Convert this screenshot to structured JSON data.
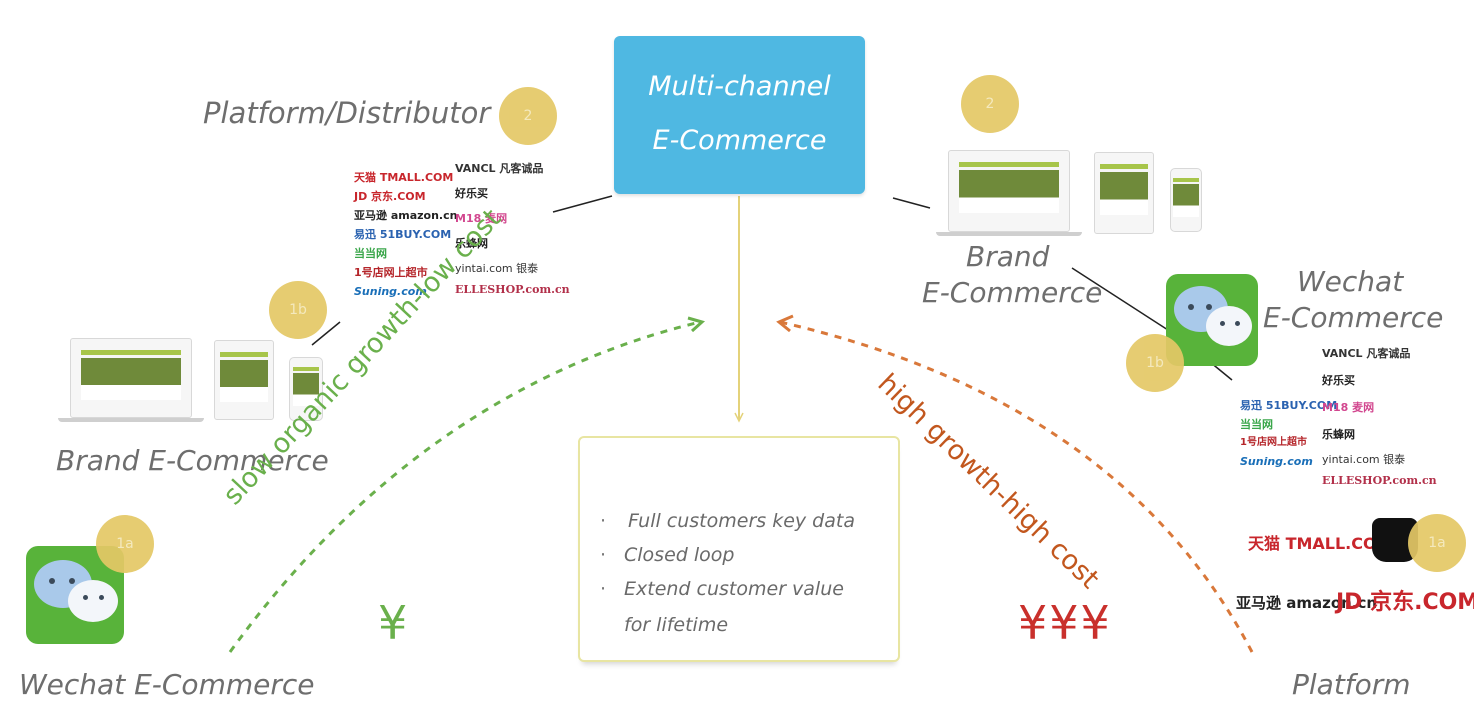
{
  "hub": {
    "line1": "Multi-channel",
    "line2": "E-Commerce",
    "color": "#4fb8e2"
  },
  "left": {
    "platform_distributor": {
      "label": "Platform/Distributor",
      "badge": "2"
    },
    "brand_ecommerce": {
      "label": "Brand E-Commerce",
      "badge": "1b"
    },
    "wechat_ecommerce": {
      "label": "Wechat E-Commerce",
      "badge": "1a"
    },
    "logos_col1": [
      "天猫 TMALL.COM",
      "JD 京东.COM",
      "亚马逊 amazon.cn",
      "易迅 51BUY.COM",
      "当当网",
      "1号店网上超市",
      "Suning.com"
    ],
    "logos_col2": [
      "VANCL 凡客诚品",
      "好乐买",
      "M18 麦网",
      "乐蜂网",
      "yintai.com 银泰",
      "ELLESHOP.com.cn"
    ]
  },
  "right": {
    "brand_ecommerce": {
      "line1": "Brand",
      "line2": "E-Commerce",
      "badge": "2"
    },
    "wechat_ecommerce": {
      "line1": "Wechat",
      "line2": "E-Commerce",
      "badge": "1b"
    },
    "platform": {
      "label": "Platform",
      "badge": "1a"
    },
    "logos_col1": [
      "易迅 51BUY.COM",
      "当当网",
      "1号店网上超市",
      "Suning.com"
    ],
    "logos_col2": [
      "VANCL 凡客诚品",
      "好乐买",
      "M18 麦网",
      "乐蜂网",
      "yintai.com 银泰",
      "ELLESHOP.com.cn"
    ],
    "platform_logos": [
      "天猫 TMALL.COM",
      "亚马逊 amazon.cn",
      "JD 京东.COM"
    ]
  },
  "arrows": {
    "left_label": "slow organic growth-low cost",
    "left_color": "#6ab04c",
    "left_yen": "¥",
    "right_label": "high growth-high cost",
    "right_color": "#d9783a",
    "right_label_color": "#c2571e",
    "right_yen": "¥¥¥",
    "right_yen_color": "#c9302c"
  },
  "benefits": {
    "items": [
      "Full customers key data",
      "Closed loop",
      "Extend customer value",
      "for lifetime"
    ]
  }
}
